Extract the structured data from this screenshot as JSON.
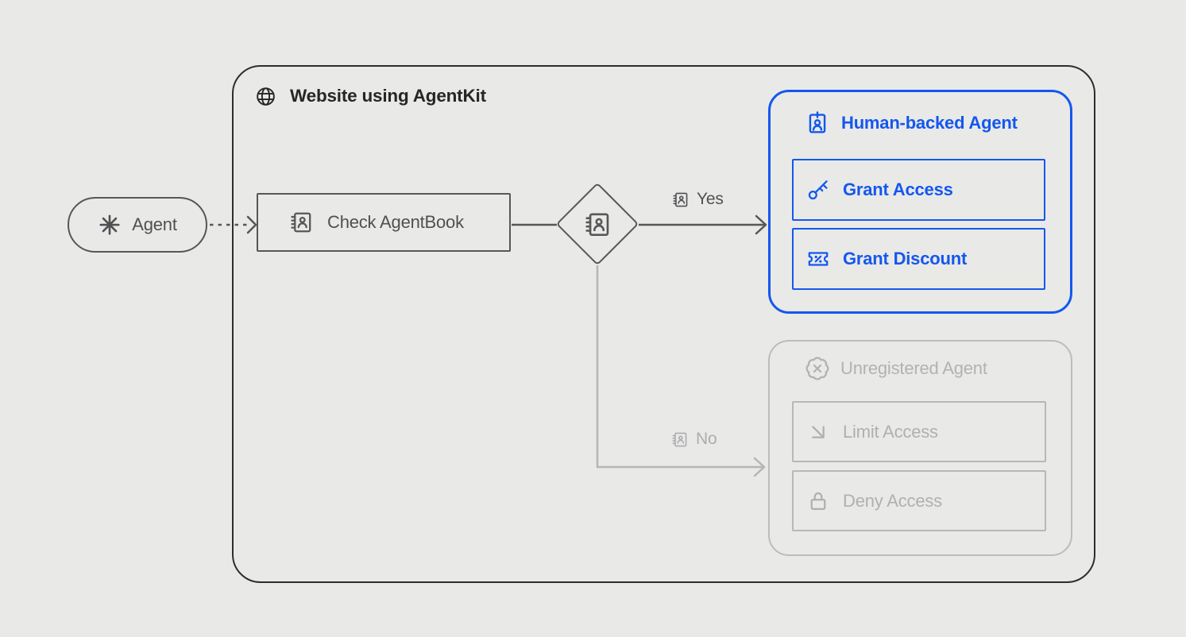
{
  "page": {
    "background": "#e9e9e7"
  },
  "palette": {
    "dark": "#2e2e2e",
    "gray_stroke": "#57575a",
    "gray_text": "#505054",
    "light_gray": "#b5b5b5",
    "blue": "#1457ee"
  },
  "container": {
    "title": "Website using AgentKit",
    "icon": "globe-icon"
  },
  "flow": {
    "agent": {
      "label": "Agent",
      "icon": "asterisk-icon"
    },
    "check": {
      "label": "Check AgentBook",
      "icon": "agentbook-icon"
    },
    "decision": {
      "icon": "agentbook-icon"
    },
    "yes": {
      "label": "Yes",
      "icon": "agentbook-icon"
    },
    "no": {
      "label": "No",
      "icon": "agentbook-icon"
    }
  },
  "human_backed_group": {
    "title": "Human-backed Agent",
    "icon": "id-badge-icon",
    "actions": [
      {
        "label": "Grant Access",
        "icon": "key-icon"
      },
      {
        "label": "Grant Discount",
        "icon": "ticket-percent-icon"
      }
    ]
  },
  "unregistered_group": {
    "title": "Unregistered Agent",
    "icon": "badge-x-icon",
    "actions": [
      {
        "label": "Limit Access",
        "icon": "arrow-down-right-icon"
      },
      {
        "label": "Deny Access",
        "icon": "lock-icon"
      }
    ]
  }
}
